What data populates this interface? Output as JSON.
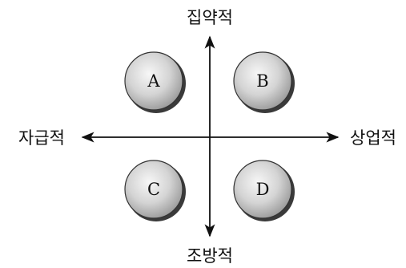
{
  "axes": {
    "top": "집약적",
    "bottom": "조방적",
    "left": "자급적",
    "right": "상업적"
  },
  "quadrants": [
    {
      "label": "A"
    },
    {
      "label": "B"
    },
    {
      "label": "C"
    },
    {
      "label": "D"
    }
  ],
  "colors": {
    "line": "#111111",
    "circle_light": "#f4f4f4",
    "circle_dark": "#9a9a9a",
    "circle_shadow": "#3a3a3a"
  }
}
